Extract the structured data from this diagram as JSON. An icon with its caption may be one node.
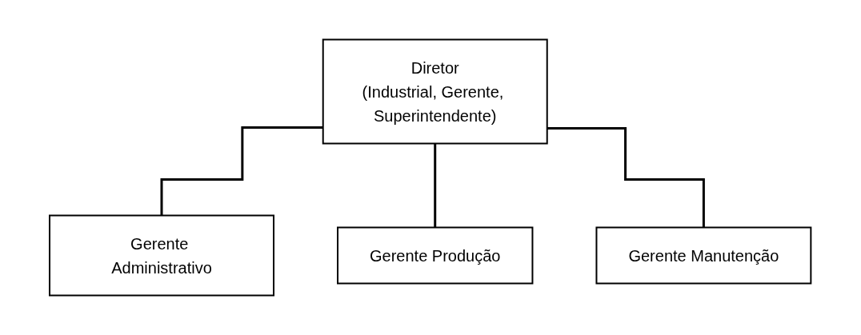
{
  "diagram": {
    "nodes": [
      {
        "text": [
          "Diretor",
          "(Industrial, Gerente, Superintendente)"
        ]
      },
      {
        "text": [
          "Gerente Administrativo"
        ]
      },
      {
        "text": [
          "Gerente Produção"
        ]
      },
      {
        "text": [
          "Gerente Manutenção"
        ]
      }
    ],
    "edges": [
      {
        "from": 0,
        "to": 1,
        "arrow": "none"
      },
      {
        "from": 0,
        "to": 2,
        "arrow": "none"
      },
      {
        "from": 0,
        "to": 3,
        "arrow": "none"
      }
    ]
  }
}
